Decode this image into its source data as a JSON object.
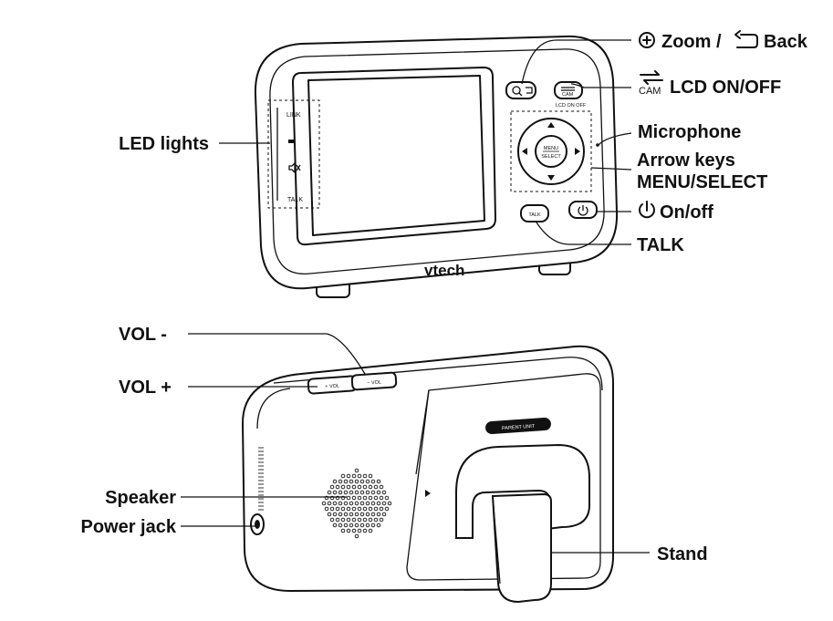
{
  "labels": {
    "zoom_back": "Zoom / ",
    "back": "Back",
    "lcd_cam": "CAM",
    "lcd_on_off": "LCD ON/OFF",
    "microphone": "Microphone",
    "arrow_keys": "Arrow keys",
    "menu_select": "MENU/SELECT",
    "on_off": "On/off",
    "talk": "TALK",
    "led_lights": "LED lights",
    "vol_minus": "VOL -",
    "vol_plus": "VOL +",
    "speaker": "Speaker",
    "power_jack": "Power jack",
    "stand": "Stand"
  },
  "device_front": {
    "brand": "vtech",
    "led_link": "LINK",
    "led_talk": "TALK",
    "menu_line1": "MENU",
    "menu_line2": "SELECT",
    "talk_button": "TALK",
    "cam_button": "CAM",
    "lcd_small": "LCD ON OFF"
  },
  "device_back": {
    "badge": "PARENT UNIT",
    "vol_plus_button": "+ VOL",
    "vol_minus_button": "− VOL"
  },
  "icons": [
    "zoom-icon",
    "back-icon",
    "cam-swap-icon",
    "power-icon",
    "mute-icon",
    "arrow-up-icon",
    "arrow-down-icon",
    "arrow-left-icon",
    "arrow-right-icon"
  ]
}
